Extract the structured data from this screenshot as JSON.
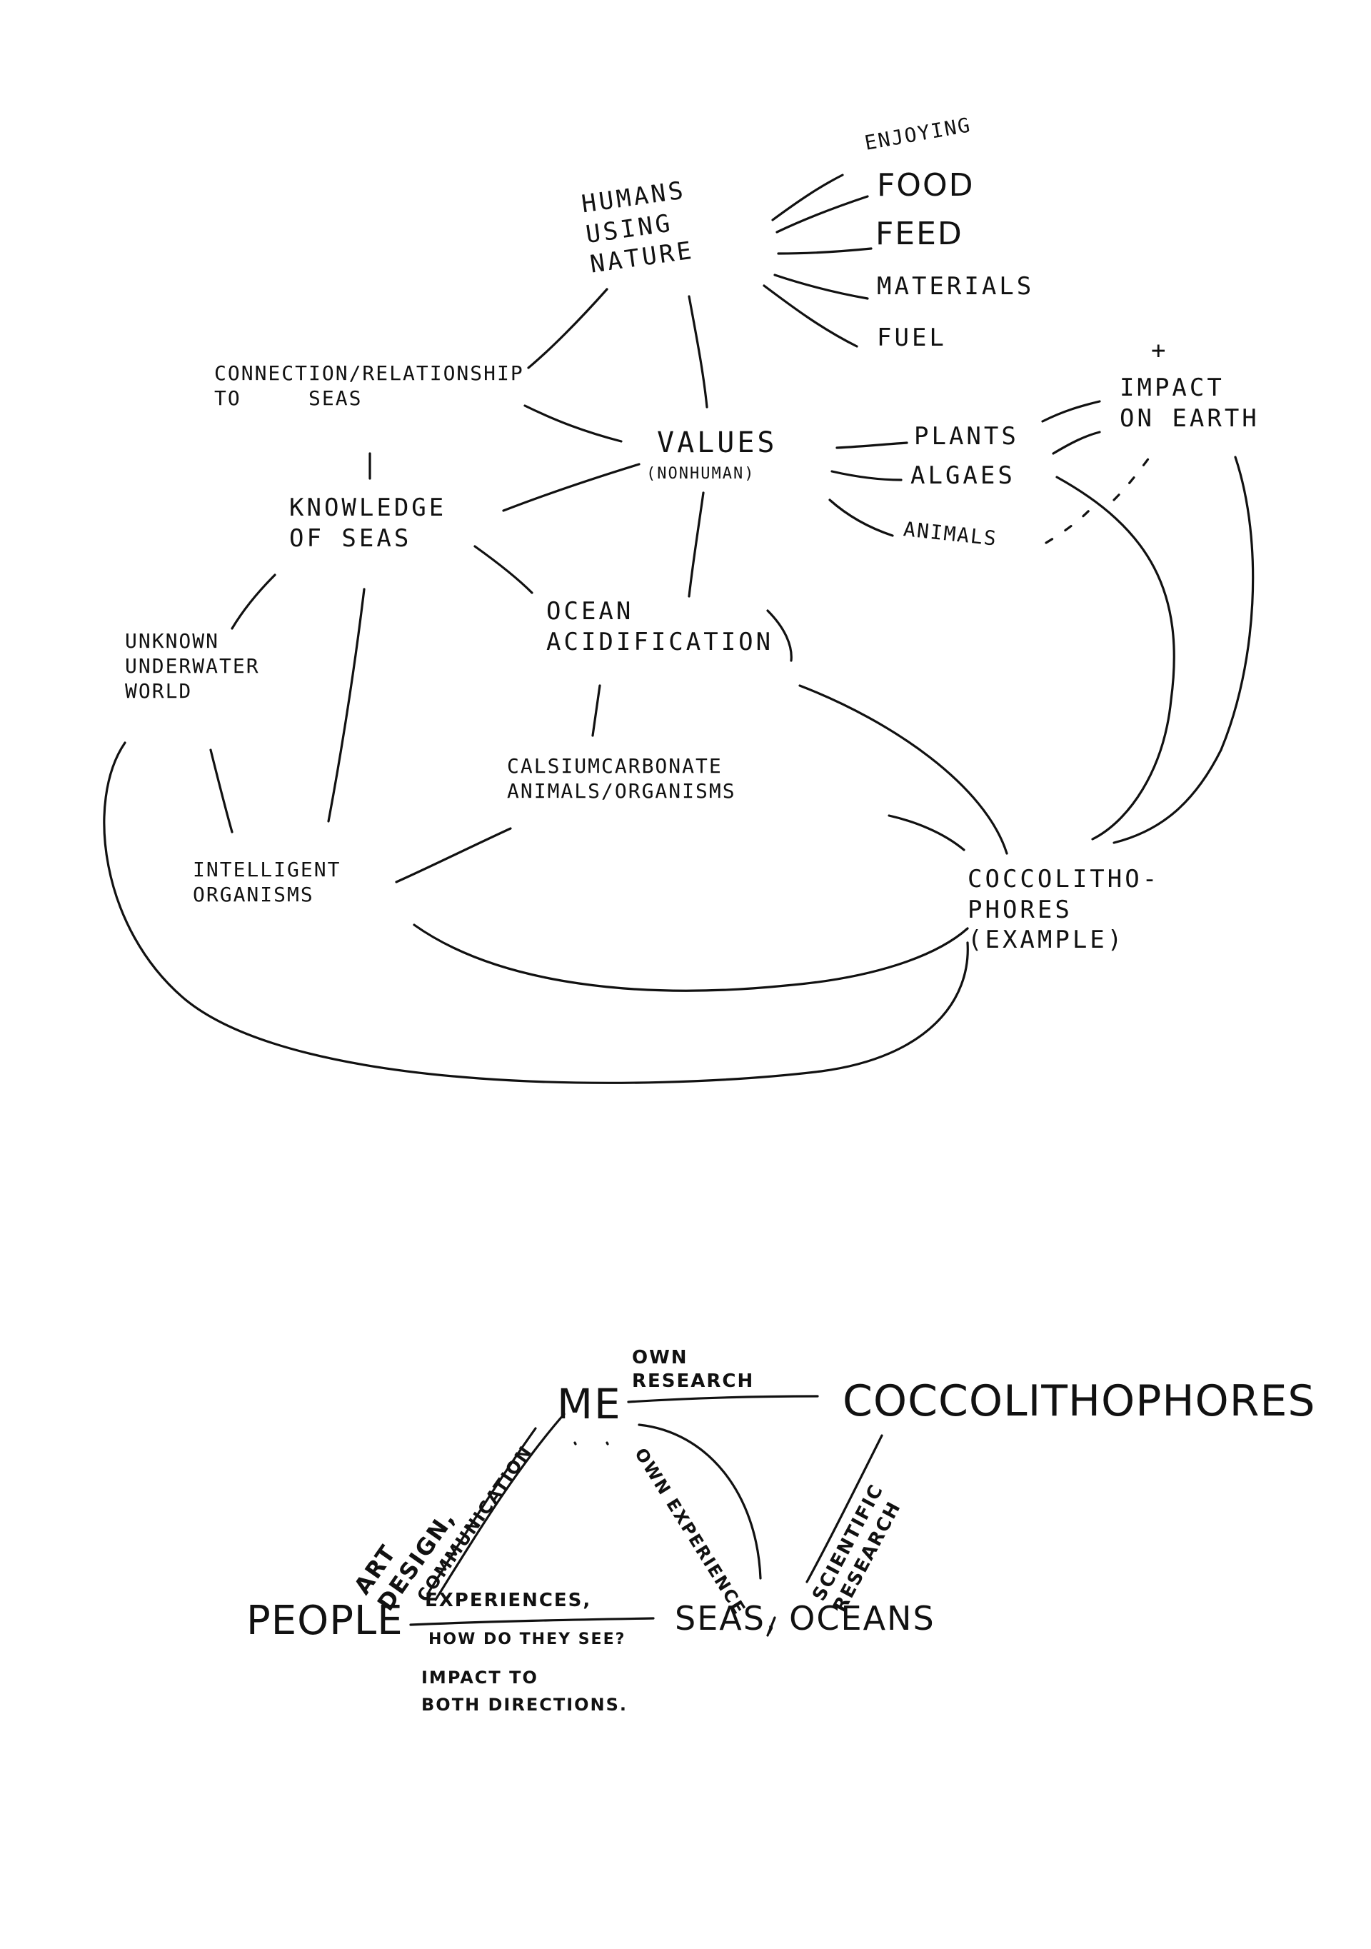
{
  "diagram_top": {
    "nodes": {
      "humans_using_nature": "HUMANS\nUSING\nNATURE",
      "enjoying": "ENJOYING",
      "food": "FOOD",
      "feed": "FEED",
      "materials": "MATERIALS",
      "fuel": "FUEL",
      "plus": "+",
      "impact_on_earth": "IMPACT\nON EARTH",
      "connection_relationship": "CONNECTION/RELATIONSHIP\nTO     SEAS",
      "values_nonhuman": "VALUES",
      "values_nonhuman_sub": "(NONHUMAN)",
      "plants": "PLANTS",
      "algaes": "ALGAES",
      "animals": "ANIMALS",
      "knowledge_of_seas": "KNOWLEDGE\nOF SEAS",
      "ocean_acidification": "OCEAN\nACIDIFICATION",
      "unknown_underwater_world": "UNKNOWN\nUNDERWATER\nWORLD",
      "calcium_carbonate": "CALSIUMCARBONATE\nANIMALS/ORGANISMS",
      "intelligent_organisms": "INTELLIGENT\nORGANISMS",
      "coccolithophores_example": "COCCOLITHO-\nPHORES\n(EXAMPLE)"
    }
  },
  "diagram_bottom": {
    "nodes": {
      "me": "ME",
      "own_research": "OWN\nRESEARCH",
      "coccolithophores": "COCCOLITHOPHORES",
      "art_design": "ART\nDESIGN,",
      "communication": "COMMUNICATION",
      "own_experience": "OWN EXPERIENCE",
      "scientific_research": "SCIENTIFIC\nRESEARCH",
      "people": "PEOPLE",
      "experiences": "EXPERIENCES,",
      "how_do_they_see": "HOW DO THEY SEE?",
      "impact_to": "IMPACT TO\nBOTH DIRECTIONS.",
      "seas_oceans": "SEAS, OCEANS"
    }
  },
  "colors": {
    "ink": "#111111",
    "paper": "#ffffff"
  }
}
